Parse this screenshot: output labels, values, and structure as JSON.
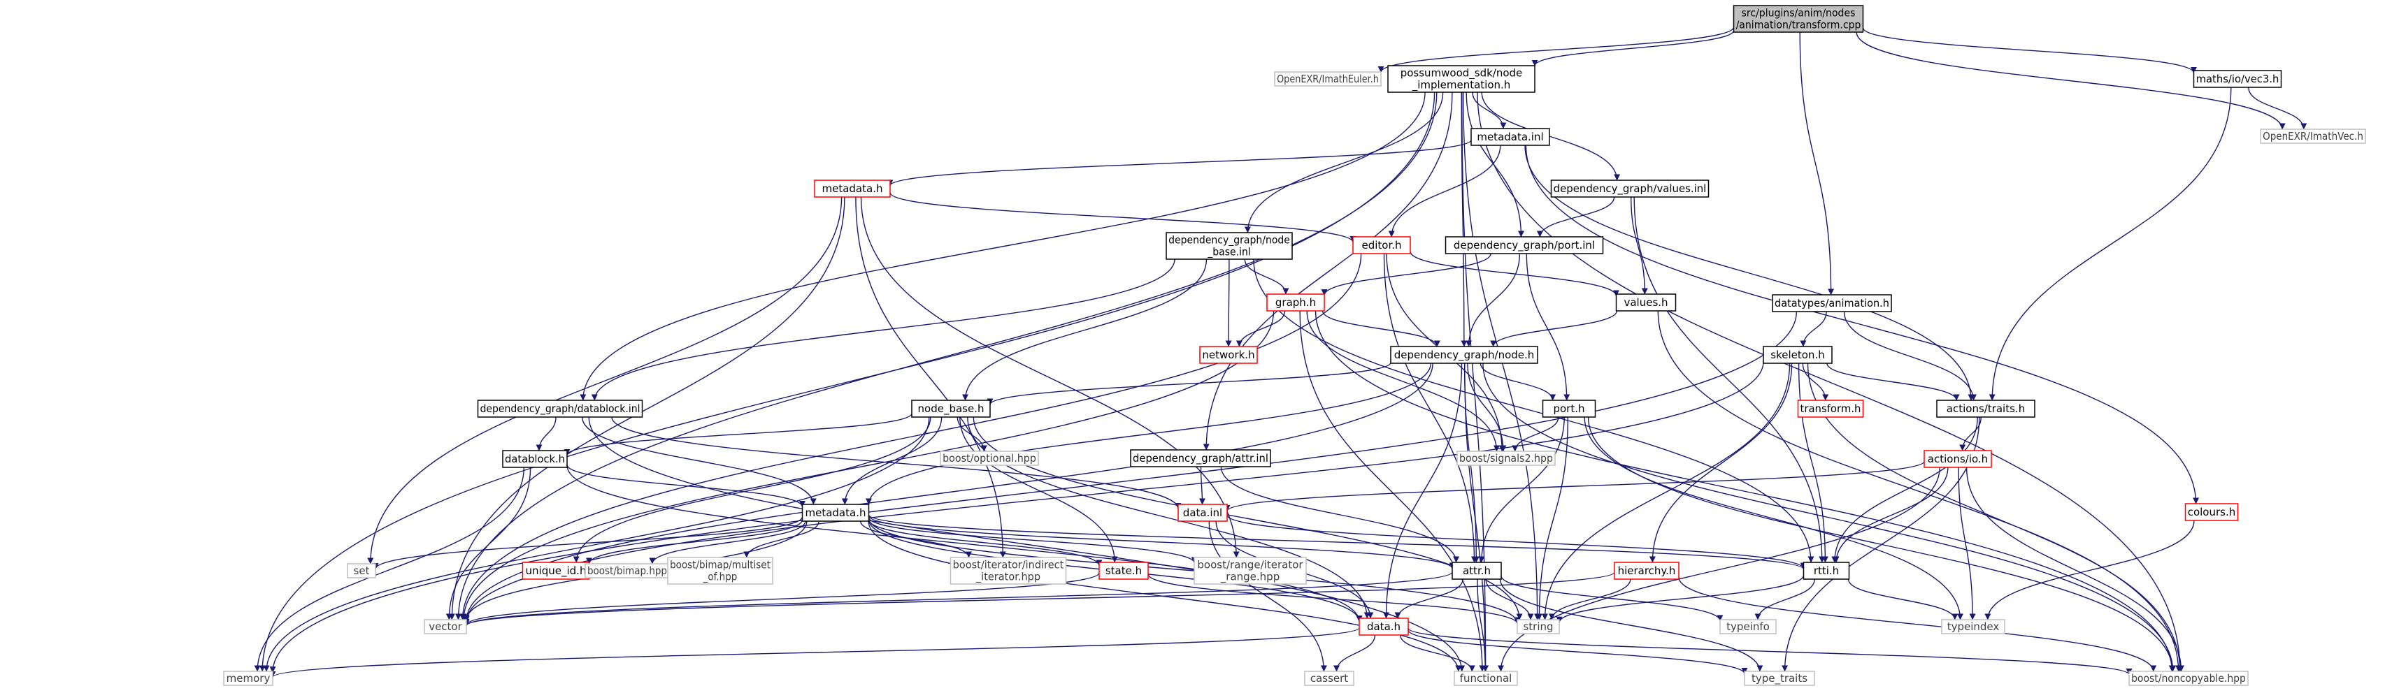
{
  "colors": {
    "edge": "#191970",
    "root_fill": "#bfbfbf",
    "border_default": "#000000",
    "border_missing": "#bfbfbf",
    "border_truncated": "#ff0000",
    "text_default": "#000000",
    "text_missing": "#404040"
  },
  "nodes": [
    {
      "id": "root",
      "label": "src/plugins/anim/nodes\n/animation/transform.cpp",
      "kind": "root"
    },
    {
      "id": "imathEuler",
      "label": "OpenEXR/ImathEuler.h",
      "kind": "missing"
    },
    {
      "id": "nodeImpl",
      "label": "possumwood_sdk/node\n_implementation.h",
      "kind": "normal"
    },
    {
      "id": "vec3",
      "label": "maths/io/vec3.h",
      "kind": "normal"
    },
    {
      "id": "imathVec",
      "label": "OpenEXR/ImathVec.h",
      "kind": "missing"
    },
    {
      "id": "metadataInl",
      "label": "metadata.inl",
      "kind": "normal"
    },
    {
      "id": "metadataH",
      "label": "metadata.h",
      "kind": "truncated"
    },
    {
      "id": "valuesInl",
      "label": "dependency_graph/values.inl",
      "kind": "normal"
    },
    {
      "id": "nodeBaseInl",
      "label": "dependency_graph/node\n_base.inl",
      "kind": "normal"
    },
    {
      "id": "editorH",
      "label": "editor.h",
      "kind": "truncated"
    },
    {
      "id": "portInl",
      "label": "dependency_graph/port.inl",
      "kind": "normal"
    },
    {
      "id": "graphH",
      "label": "graph.h",
      "kind": "truncated"
    },
    {
      "id": "valuesH",
      "label": "values.h",
      "kind": "normal"
    },
    {
      "id": "animationH",
      "label": "datatypes/animation.h",
      "kind": "normal"
    },
    {
      "id": "networkH",
      "label": "network.h",
      "kind": "truncated"
    },
    {
      "id": "dgNodeH",
      "label": "dependency_graph/node.h",
      "kind": "normal"
    },
    {
      "id": "skeletonH",
      "label": "skeleton.h",
      "kind": "normal"
    },
    {
      "id": "datablockInl",
      "label": "dependency_graph/datablock.inl",
      "kind": "normal"
    },
    {
      "id": "nodeBaseH",
      "label": "node_base.h",
      "kind": "normal"
    },
    {
      "id": "portH",
      "label": "port.h",
      "kind": "normal"
    },
    {
      "id": "transformH",
      "label": "transform.h",
      "kind": "truncated"
    },
    {
      "id": "traitsH",
      "label": "actions/traits.h",
      "kind": "normal"
    },
    {
      "id": "optionalHpp",
      "label": "boost/optional.hpp",
      "kind": "missing"
    },
    {
      "id": "signals2",
      "label": "boost/signals2.hpp",
      "kind": "missing"
    },
    {
      "id": "datablockH",
      "label": "datablock.h",
      "kind": "normal"
    },
    {
      "id": "attrInl",
      "label": "dependency_graph/attr.inl",
      "kind": "normal"
    },
    {
      "id": "ioH",
      "label": "actions/io.h",
      "kind": "truncated"
    },
    {
      "id": "dataInl",
      "label": "data.inl",
      "kind": "truncated"
    },
    {
      "id": "metadataH2",
      "label": "metadata.h",
      "kind": "normal"
    },
    {
      "id": "coloursH",
      "label": "colours.h",
      "kind": "truncated"
    },
    {
      "id": "setN",
      "label": "set",
      "kind": "missing"
    },
    {
      "id": "uniqueId",
      "label": "unique_id.h",
      "kind": "truncated"
    },
    {
      "id": "bimapHpp",
      "label": "boost/bimap.hpp",
      "kind": "missing"
    },
    {
      "id": "multiset",
      "label": "boost/bimap/multiset\n_of.hpp",
      "kind": "missing"
    },
    {
      "id": "indirectIter",
      "label": "boost/iterator/indirect\n_iterator.hpp",
      "kind": "missing"
    },
    {
      "id": "stateH",
      "label": "state.h",
      "kind": "truncated"
    },
    {
      "id": "rangeIter",
      "label": "boost/range/iterator\n_range.hpp",
      "kind": "missing"
    },
    {
      "id": "attrH",
      "label": "attr.h",
      "kind": "normal"
    },
    {
      "id": "hierarchyH",
      "label": "hierarchy.h",
      "kind": "truncated"
    },
    {
      "id": "rttiH",
      "label": "rtti.h",
      "kind": "normal"
    },
    {
      "id": "vectorN",
      "label": "vector",
      "kind": "missing"
    },
    {
      "id": "stringN",
      "label": "string",
      "kind": "missing"
    },
    {
      "id": "typeinfoN",
      "label": "typeinfo",
      "kind": "missing"
    },
    {
      "id": "typeindexN",
      "label": "typeindex",
      "kind": "missing"
    },
    {
      "id": "dataH",
      "label": "data.h",
      "kind": "truncated"
    },
    {
      "id": "memoryN",
      "label": "memory",
      "kind": "missing"
    },
    {
      "id": "cassertN",
      "label": "cassert",
      "kind": "missing"
    },
    {
      "id": "functionalN",
      "label": "functional",
      "kind": "missing"
    },
    {
      "id": "typeTraits",
      "label": "type_traits",
      "kind": "missing"
    },
    {
      "id": "noncopyable",
      "label": "boost/noncopyable.hpp",
      "kind": "missing"
    }
  ],
  "edges": [
    [
      "root",
      "imathEuler"
    ],
    [
      "root",
      "nodeImpl"
    ],
    [
      "root",
      "vec3"
    ],
    [
      "root",
      "imathVec"
    ],
    [
      "root",
      "animationH"
    ],
    [
      "vec3",
      "imathVec"
    ],
    [
      "vec3",
      "traitsH"
    ],
    [
      "nodeImpl",
      "metadataInl"
    ],
    [
      "nodeImpl",
      "valuesInl"
    ],
    [
      "nodeImpl",
      "nodeBaseInl"
    ],
    [
      "nodeImpl",
      "portInl"
    ],
    [
      "nodeImpl",
      "dgNodeH"
    ],
    [
      "nodeImpl",
      "datablockInl"
    ],
    [
      "nodeImpl",
      "attrInl"
    ],
    [
      "nodeImpl",
      "stringN"
    ],
    [
      "nodeImpl",
      "memoryN"
    ],
    [
      "nodeImpl",
      "vectorN"
    ],
    [
      "nodeImpl",
      "functionalN"
    ],
    [
      "nodeImpl",
      "noncopyable"
    ],
    [
      "metadataInl",
      "metadataH"
    ],
    [
      "metadataInl",
      "editorH"
    ],
    [
      "metadataInl",
      "traitsH"
    ],
    [
      "metadataInl",
      "coloursH"
    ],
    [
      "metadataH",
      "editorH"
    ],
    [
      "metadataH",
      "setN"
    ],
    [
      "metadataH",
      "vectorN"
    ],
    [
      "metadataH",
      "rangeIter"
    ],
    [
      "metadataH",
      "indirectIter"
    ],
    [
      "valuesInl",
      "portInl"
    ],
    [
      "valuesInl",
      "valuesH"
    ],
    [
      "valuesInl",
      "rttiH"
    ],
    [
      "nodeBaseInl",
      "graphH"
    ],
    [
      "nodeBaseInl",
      "networkH"
    ],
    [
      "nodeBaseInl",
      "nodeBaseH"
    ],
    [
      "nodeBaseInl",
      "datablockInl"
    ],
    [
      "nodeBaseInl",
      "rttiH"
    ],
    [
      "editorH",
      "valuesH"
    ],
    [
      "editorH",
      "signals2"
    ],
    [
      "editorH",
      "attrH"
    ],
    [
      "editorH",
      "vectorN"
    ],
    [
      "portInl",
      "graphH"
    ],
    [
      "portInl",
      "dgNodeH"
    ],
    [
      "portInl",
      "portH"
    ],
    [
      "graphH",
      "networkH"
    ],
    [
      "graphH",
      "dgNodeH"
    ],
    [
      "graphH",
      "signals2"
    ],
    [
      "graphH",
      "functionalN"
    ],
    [
      "graphH",
      "vectorN"
    ],
    [
      "graphH",
      "noncopyable"
    ],
    [
      "valuesH",
      "dgNodeH"
    ],
    [
      "valuesH",
      "noncopyable"
    ],
    [
      "animationH",
      "skeletonH"
    ],
    [
      "animationH",
      "traitsH"
    ],
    [
      "animationH",
      "memoryN"
    ],
    [
      "dgNodeH",
      "nodeBaseH"
    ],
    [
      "dgNodeH",
      "portH"
    ],
    [
      "dgNodeH",
      "signals2"
    ],
    [
      "dgNodeH",
      "attrH"
    ],
    [
      "dgNodeH",
      "metadataH2"
    ],
    [
      "dgNodeH",
      "functionalN"
    ],
    [
      "dgNodeH",
      "noncopyable"
    ],
    [
      "dgNodeH",
      "vectorN"
    ],
    [
      "dgNodeH",
      "dataH"
    ],
    [
      "skeletonH",
      "transformH"
    ],
    [
      "skeletonH",
      "traitsH"
    ],
    [
      "skeletonH",
      "hierarchyH"
    ],
    [
      "skeletonH",
      "rttiH"
    ],
    [
      "skeletonH",
      "stringN"
    ],
    [
      "skeletonH",
      "vectorN"
    ],
    [
      "skeletonH",
      "noncopyable"
    ],
    [
      "datablockInl",
      "datablockH"
    ],
    [
      "datablockInl",
      "metadataH2"
    ],
    [
      "datablockInl",
      "dataInl"
    ],
    [
      "datablockInl",
      "functionalN"
    ],
    [
      "nodeBaseH",
      "optionalHpp"
    ],
    [
      "nodeBaseH",
      "datablockH"
    ],
    [
      "nodeBaseH",
      "metadataH2"
    ],
    [
      "nodeBaseH",
      "stateH"
    ],
    [
      "nodeBaseH",
      "uniqueId"
    ],
    [
      "nodeBaseH",
      "stringN"
    ],
    [
      "nodeBaseH",
      "memoryN"
    ],
    [
      "nodeBaseH",
      "dataH"
    ],
    [
      "portH",
      "signals2"
    ],
    [
      "portH",
      "attrH"
    ],
    [
      "portH",
      "stringN"
    ],
    [
      "portH",
      "typeindexN"
    ],
    [
      "portH",
      "noncopyable"
    ],
    [
      "traitsH",
      "ioH"
    ],
    [
      "traitsH",
      "rttiH"
    ],
    [
      "traitsH",
      "typeTraits"
    ],
    [
      "datablockH",
      "metadataH2"
    ],
    [
      "datablockH",
      "vectorN"
    ],
    [
      "datablockH",
      "memoryN"
    ],
    [
      "datablockH",
      "dataH"
    ],
    [
      "attrInl",
      "dataInl"
    ],
    [
      "attrInl",
      "attrH"
    ],
    [
      "ioH",
      "dataInl"
    ],
    [
      "ioH",
      "rttiH"
    ],
    [
      "ioH",
      "typeindexN"
    ],
    [
      "ioH",
      "noncopyable"
    ],
    [
      "ioH",
      "functionalN"
    ],
    [
      "dataInl",
      "rttiH"
    ],
    [
      "dataInl",
      "cassertN"
    ],
    [
      "dataInl",
      "dataH"
    ],
    [
      "metadataH2",
      "setN"
    ],
    [
      "metadataH2",
      "uniqueId"
    ],
    [
      "metadataH2",
      "bimapHpp"
    ],
    [
      "metadataH2",
      "multiset"
    ],
    [
      "metadataH2",
      "indirectIter"
    ],
    [
      "metadataH2",
      "stateH"
    ],
    [
      "metadataH2",
      "rangeIter"
    ],
    [
      "metadataH2",
      "attrH"
    ],
    [
      "metadataH2",
      "stringN"
    ],
    [
      "metadataH2",
      "vectorN"
    ],
    [
      "metadataH2",
      "functionalN"
    ],
    [
      "metadataH2",
      "dataH"
    ],
    [
      "metadataH2",
      "rttiH"
    ],
    [
      "coloursH",
      "typeindexN"
    ],
    [
      "stateH",
      "stringN"
    ],
    [
      "stateH",
      "vectorN"
    ],
    [
      "attrH",
      "dataH"
    ],
    [
      "attrH",
      "typeinfoN"
    ],
    [
      "attrH",
      "stringN"
    ],
    [
      "attrH",
      "vectorN"
    ],
    [
      "attrH",
      "functionalN"
    ],
    [
      "attrH",
      "typeTraits"
    ],
    [
      "hierarchyH",
      "stringN"
    ],
    [
      "hierarchyH",
      "vectorN"
    ],
    [
      "hierarchyH",
      "noncopyable"
    ],
    [
      "rttiH",
      "typeinfoN"
    ],
    [
      "rttiH",
      "typeindexN"
    ],
    [
      "rttiH",
      "stringN"
    ],
    [
      "dataH",
      "memoryN"
    ],
    [
      "dataH",
      "cassertN"
    ],
    [
      "dataH",
      "functionalN"
    ],
    [
      "dataH",
      "typeTraits"
    ],
    [
      "dataH",
      "noncopyable"
    ]
  ]
}
